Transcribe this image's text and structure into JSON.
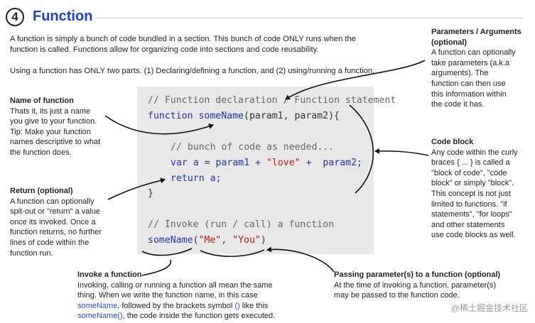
{
  "header": {
    "step": "4",
    "title": "Function"
  },
  "intro": {
    "line1": "A function is simply a bunch of code bundled in a section. This bunch of code ONLY runs when the",
    "line2": "function is called. Functions allow for organizing code into sections and code reusability.",
    "line3": "Using a function has ONLY two parts. (1) Declaring/defining a function, and (2) using/running a function."
  },
  "code": {
    "comment1": "// Function declaration / Function statement",
    "kw_function": "function",
    "fn_name": "someName",
    "params": "(param1, param2){",
    "comment2": "// bunch of code as needed...",
    "var_kw": "var",
    "var_expr_a": " a = param1 + ",
    "str_love": "\"love\"",
    "var_expr_b": " +  param2;",
    "return_kw": "return",
    "return_expr": " a;",
    "close_brace": "}",
    "comment3": "// Invoke (run / call) a function",
    "call_name": "someName",
    "call_open": "(",
    "arg1": "\"Me\"",
    "comma": ", ",
    "arg2": "\"You\"",
    "call_close": ")"
  },
  "notes": {
    "name_of_function": {
      "title": "Name of function",
      "lines": [
        "Thats it, its just a name",
        "you give to your function.",
        "Tip: Make your function",
        "names descriptive to what",
        "the function does."
      ]
    },
    "return": {
      "title": "Return (optional)",
      "lines": [
        "A function can optionally",
        "spit-out or \"return\" a value",
        "once its invoked. Once a",
        "function returns, no further",
        "lines of code within the",
        "function run."
      ]
    },
    "parameters": {
      "title_line1": "Parameters / Arguments",
      "title_line2": "(optional)",
      "lines": [
        "A function can optionally",
        "take parameters (a.k.a",
        "arguments). The",
        "function can then use",
        "this information within",
        "the code it has."
      ]
    },
    "code_block": {
      "title": "Code block",
      "lines": [
        "Any code within the curly",
        "braces { ... } is called a",
        "\"block of code\", \"code",
        "block\" or simply \"block\".",
        "This concept is not just",
        "limited to functions. \"if",
        "statements\", \"for loops\"",
        "and other statements",
        "use code blocks as well."
      ]
    },
    "invoke": {
      "title": "Invoke a function",
      "line1": "Invoking, calling or running a function all mean the same",
      "line2": "thing. When we write the function name, in this case",
      "line3_name": "someName",
      "line3_mid": ", followed by the brackets symbol ",
      "line3_paren": "()",
      "line3_end": " like this",
      "line4_name": "someName()",
      "line4_end": ", the code inside the function gets executed."
    },
    "passing": {
      "title": "Passing parameter(s) to a function (optional)",
      "lines": [
        "At the time of invoking a function, parameter(s)",
        "may be passed to the function code."
      ]
    }
  },
  "watermark": "@稀土掘金技术社区"
}
